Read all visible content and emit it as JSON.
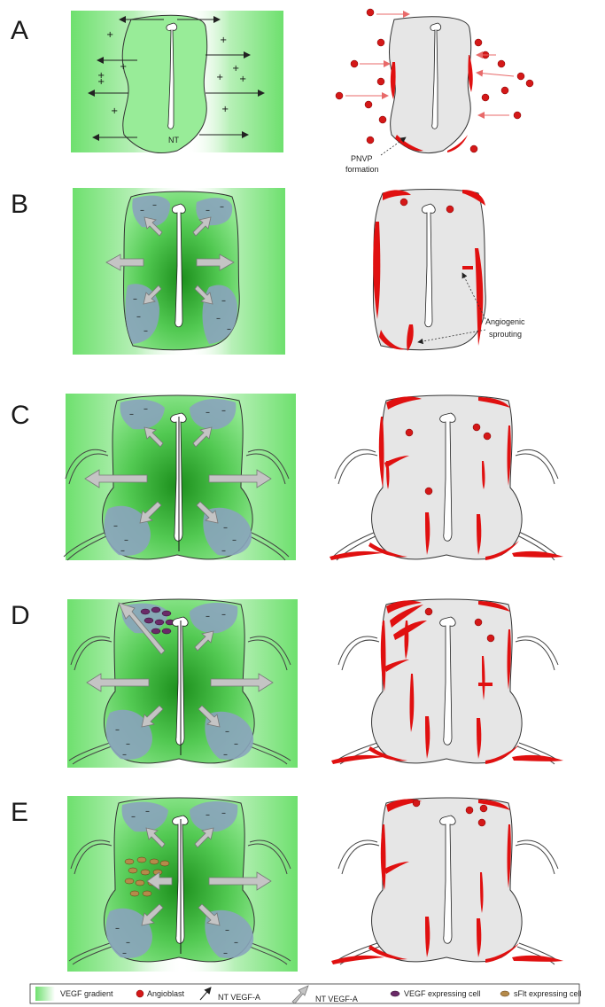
{
  "panels": [
    {
      "letter": "A",
      "nt_label": "NT",
      "annotation_1": "PNVP",
      "annotation_2": "formation"
    },
    {
      "letter": "B",
      "annotation_1": "Angiogenic",
      "annotation_2": "sprouting"
    },
    {
      "letter": "C"
    },
    {
      "letter": "D"
    },
    {
      "letter": "E"
    }
  ],
  "signs": {
    "plus": "+",
    "minus": "–"
  },
  "legend": {
    "vegf_gradient": "VEGF gradient",
    "angioblast": "Angioblast",
    "nt_vegf_a_thin": "NT VEGF-A",
    "nt_vegf_a_thick": "NT VEGF-A",
    "vegf_cell": "VEGF expressing cell",
    "sflt_cell": "sFlt expressing cell"
  },
  "colors": {
    "gradient": "#7fe07f",
    "tissue": "#8ee88e",
    "tissue_dark": "#1e9a1e",
    "grey_tissue": "#e6e6e6",
    "vessel": "#e01010",
    "region": "#8aa4bd",
    "arrow_fill": "#c4c4c4",
    "vegf_cell": "#6a2a68",
    "sflt_cell": "#b58a4a"
  }
}
